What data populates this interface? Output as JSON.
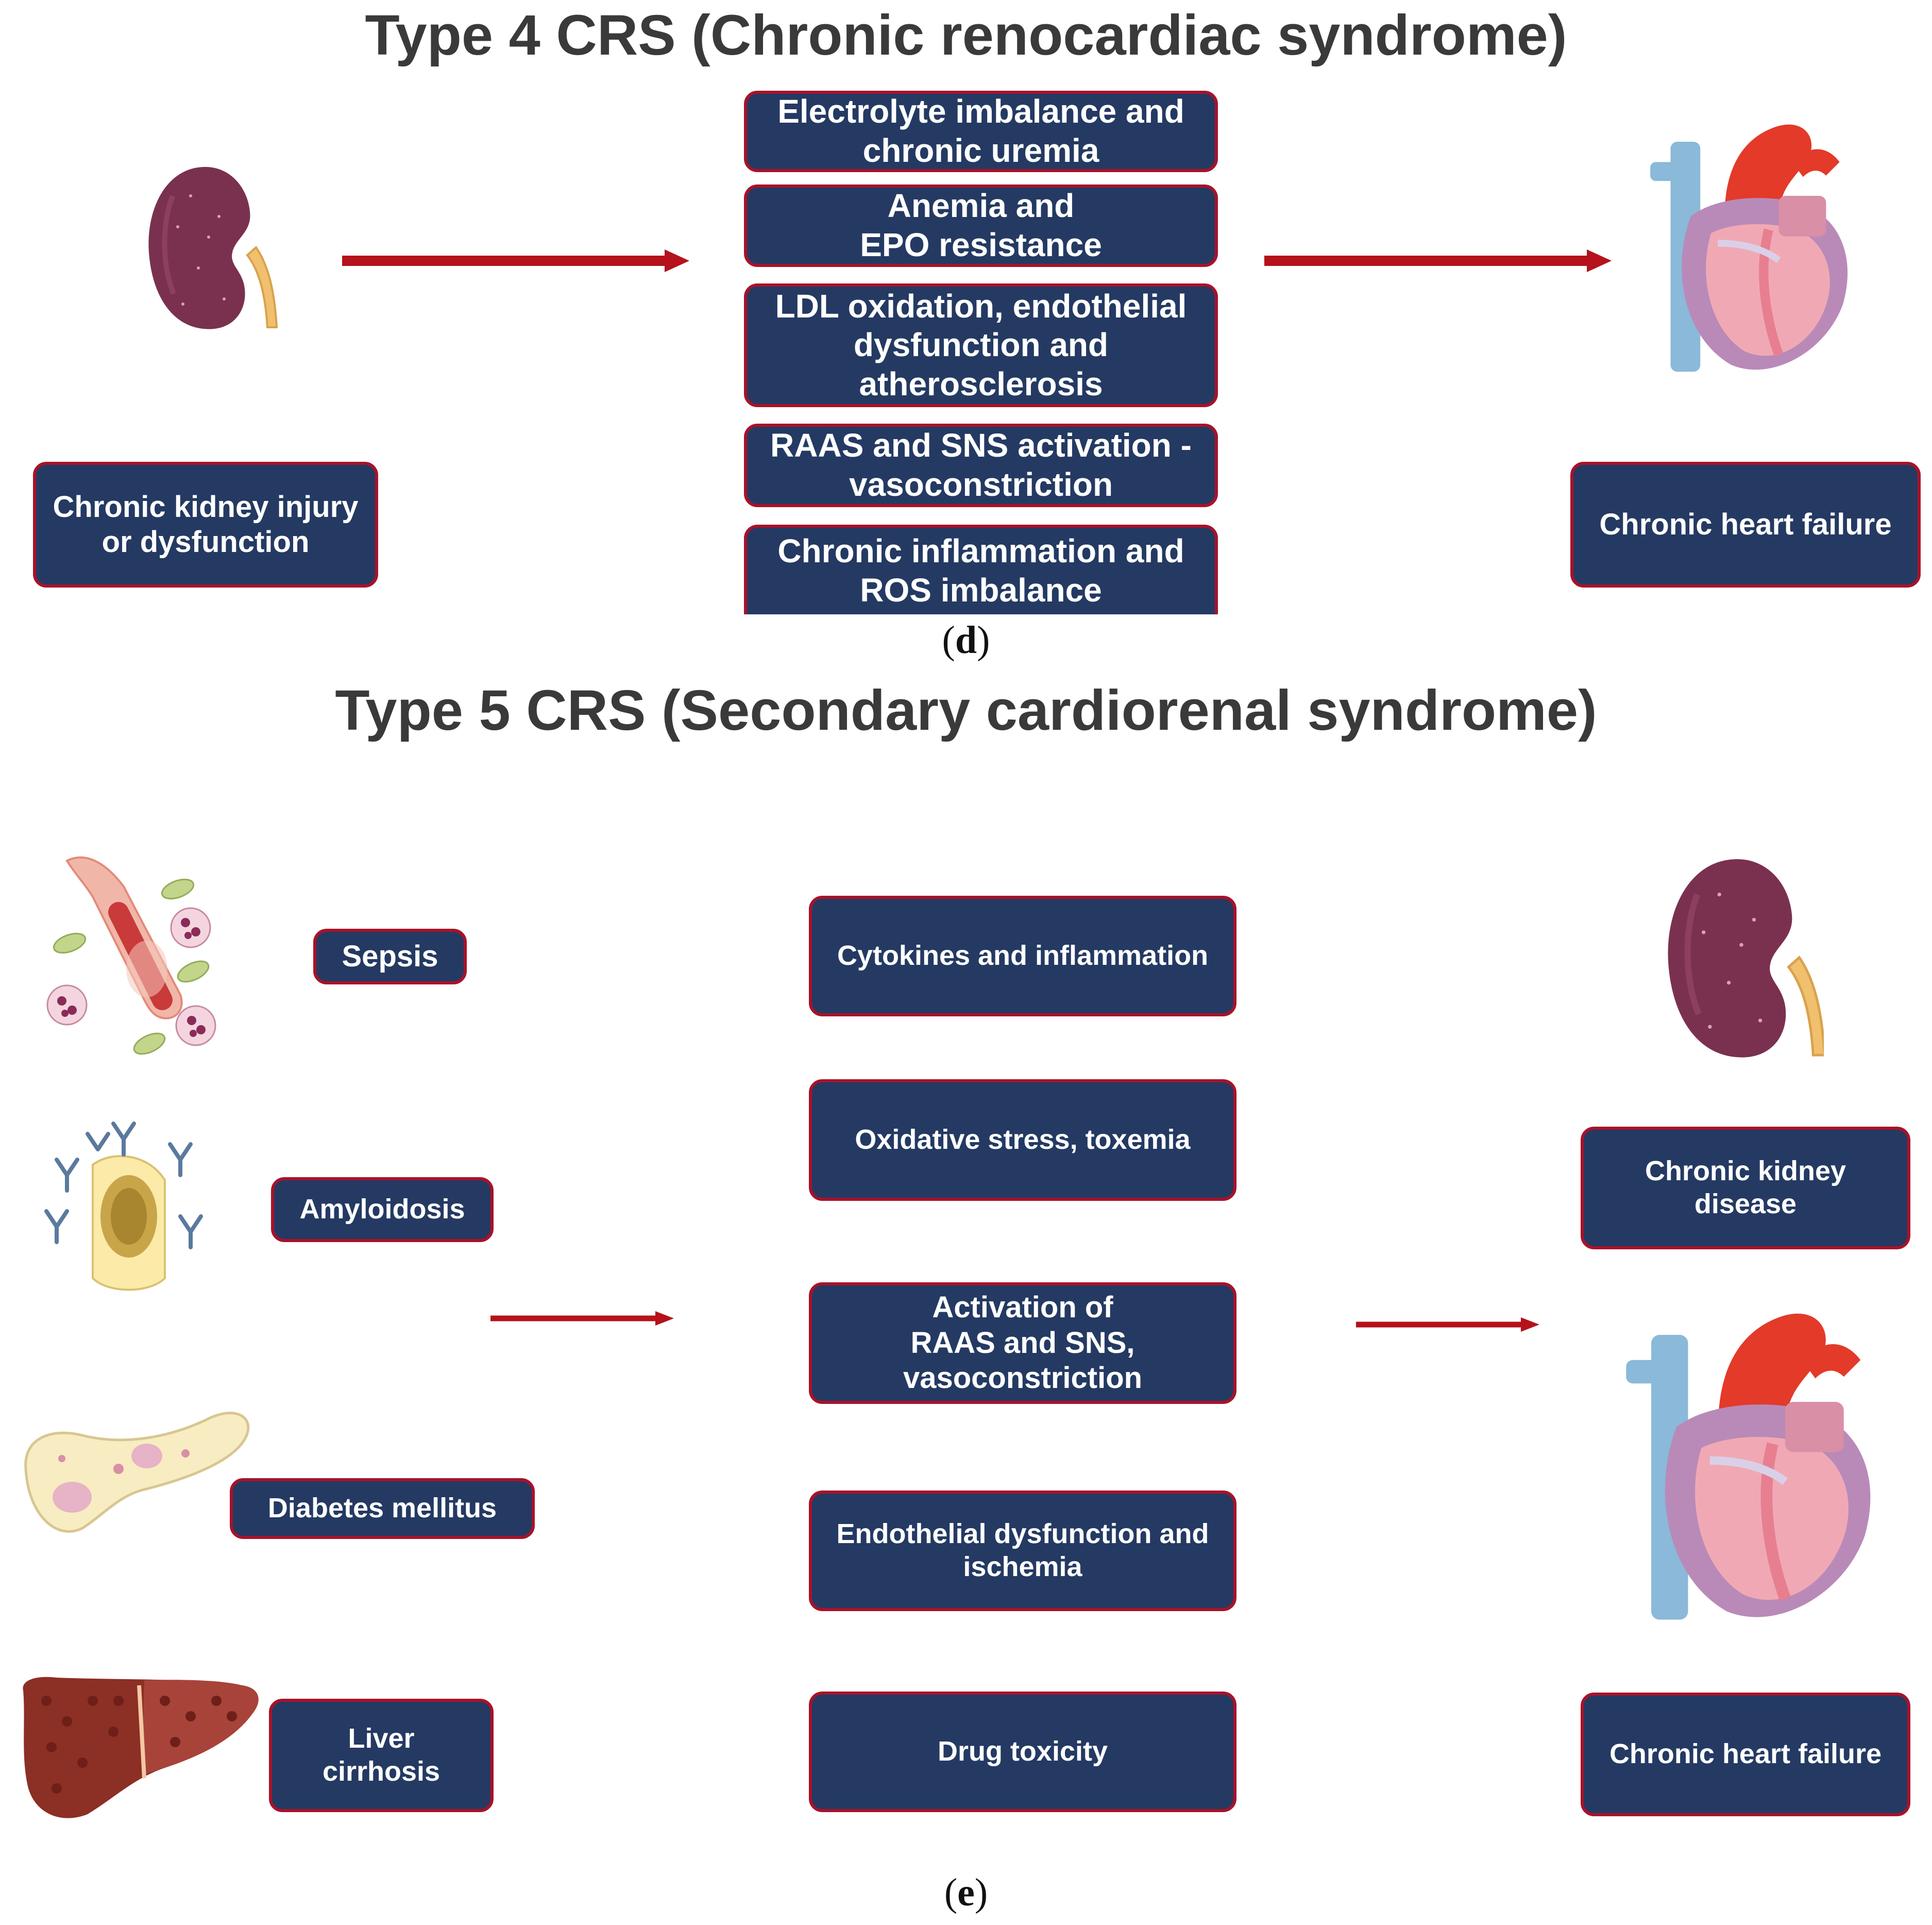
{
  "panel_d": {
    "title": "Type 4 CRS (Chronic renocardiac syndrome)",
    "caption_open": "(",
    "caption_letter": "d",
    "caption_close": ")",
    "left_box": [
      "Chronic kidney injury",
      "or  dysfunction"
    ],
    "right_box": [
      "Chronic heart failure"
    ],
    "mechanisms": [
      [
        "Electrolyte imbalance and",
        "chronic uremia"
      ],
      [
        "Anemia and",
        "EPO resistance"
      ],
      [
        "LDL oxidation, endothelial",
        "dysfunction and",
        "atherosclerosis"
      ],
      [
        "RAAS  and SNS activation -",
        "vasoconstriction"
      ],
      [
        "Chronic inflammation and",
        "ROS imbalance"
      ]
    ]
  },
  "panel_e": {
    "title": "Type 5 CRS (Secondary cardiorenal syndrome)",
    "caption_open": "(",
    "caption_letter": "e",
    "caption_close": ")",
    "causes": [
      [
        "Sepsis"
      ],
      [
        "Amyloidosis"
      ],
      [
        "Diabetes mellitus"
      ],
      [
        "Liver",
        "cirrhosis"
      ]
    ],
    "mechanisms": [
      [
        "Cytokines and inflammation"
      ],
      [
        "Oxidative stress, toxemia"
      ],
      [
        "Activation of",
        "RAAS  and SNS,",
        "vasoconstriction"
      ],
      [
        "Endothelial dysfunction and",
        "ischemia"
      ],
      [
        "Drug toxicity"
      ]
    ],
    "outcomes": [
      [
        "Chronic kidney",
        "disease"
      ],
      [
        "Chronic heart failure"
      ]
    ]
  },
  "colors": {
    "box_fill": "#243a63",
    "box_border": "#a8122a",
    "box_text": "#ffffff",
    "arrow": "#b5121b",
    "title": "#3a3a3a"
  },
  "icons": [
    "kidney-icon",
    "heart-icon",
    "sepsis-icon",
    "amyloidosis-icon",
    "pancreas-icon",
    "liver-icon"
  ]
}
